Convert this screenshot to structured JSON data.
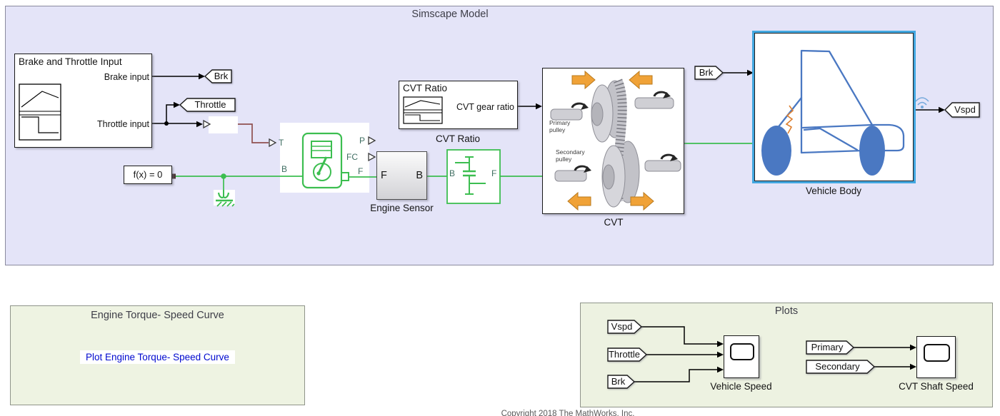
{
  "simscape": {
    "title": "Simscape Model",
    "brake_block": {
      "title": "Brake and Throttle Input",
      "port_brake": "Brake input",
      "port_throttle": "Throttle input"
    },
    "tag_brk": "Brk",
    "tag_throttle": "Throttle",
    "tag_brk_from": "Brk",
    "tag_vspd": "Vspd",
    "solver": {
      "label": "f(x) = 0"
    },
    "engine": {
      "port_t": "T",
      "port_b": "B",
      "port_p": "P",
      "port_fc": "FC",
      "port_f": "F"
    },
    "engine_sensor": {
      "caption": "Engine Sensor",
      "port_f": "F",
      "port_b": "B"
    },
    "gear": {
      "port_b": "B",
      "port_f": "F"
    },
    "cvt_ratio": {
      "title": "CVT Ratio",
      "port": "CVT gear ratio",
      "caption": "CVT Ratio"
    },
    "cvt": {
      "caption": "CVT",
      "primary_line1": "Primary",
      "primary_line2": "pulley",
      "secondary_line1": "Secondary",
      "secondary_line2": "pulley"
    },
    "vehicle": {
      "caption": "Vehicle Body"
    }
  },
  "engine_curve": {
    "title": "Engine Torque- Speed Curve",
    "link": "Plot Engine Torque- Speed Curve"
  },
  "plots": {
    "title": "Plots",
    "tag_vspd": "Vspd",
    "tag_throttle": "Throttle",
    "tag_brk": "Brk",
    "tag_primary": "Primary",
    "tag_secondary": "Secondary",
    "scope_vehicle": "Vehicle Speed",
    "scope_cvt": "CVT Shaft Speed"
  },
  "footer": {
    "copyright": "Copyright 2018 The MathWorks, Inc."
  },
  "colors": {
    "area_bg": "#e4e4f8",
    "plots_bg": "#edf2e1",
    "physical_green": "#3cbe50",
    "signal_maroon": "#8f5050",
    "link_blue": "#0009cf",
    "vehicle_highlight": "#42a7e0",
    "car_blue": "#4a78c2",
    "arrow_orange": "#f0a237"
  }
}
